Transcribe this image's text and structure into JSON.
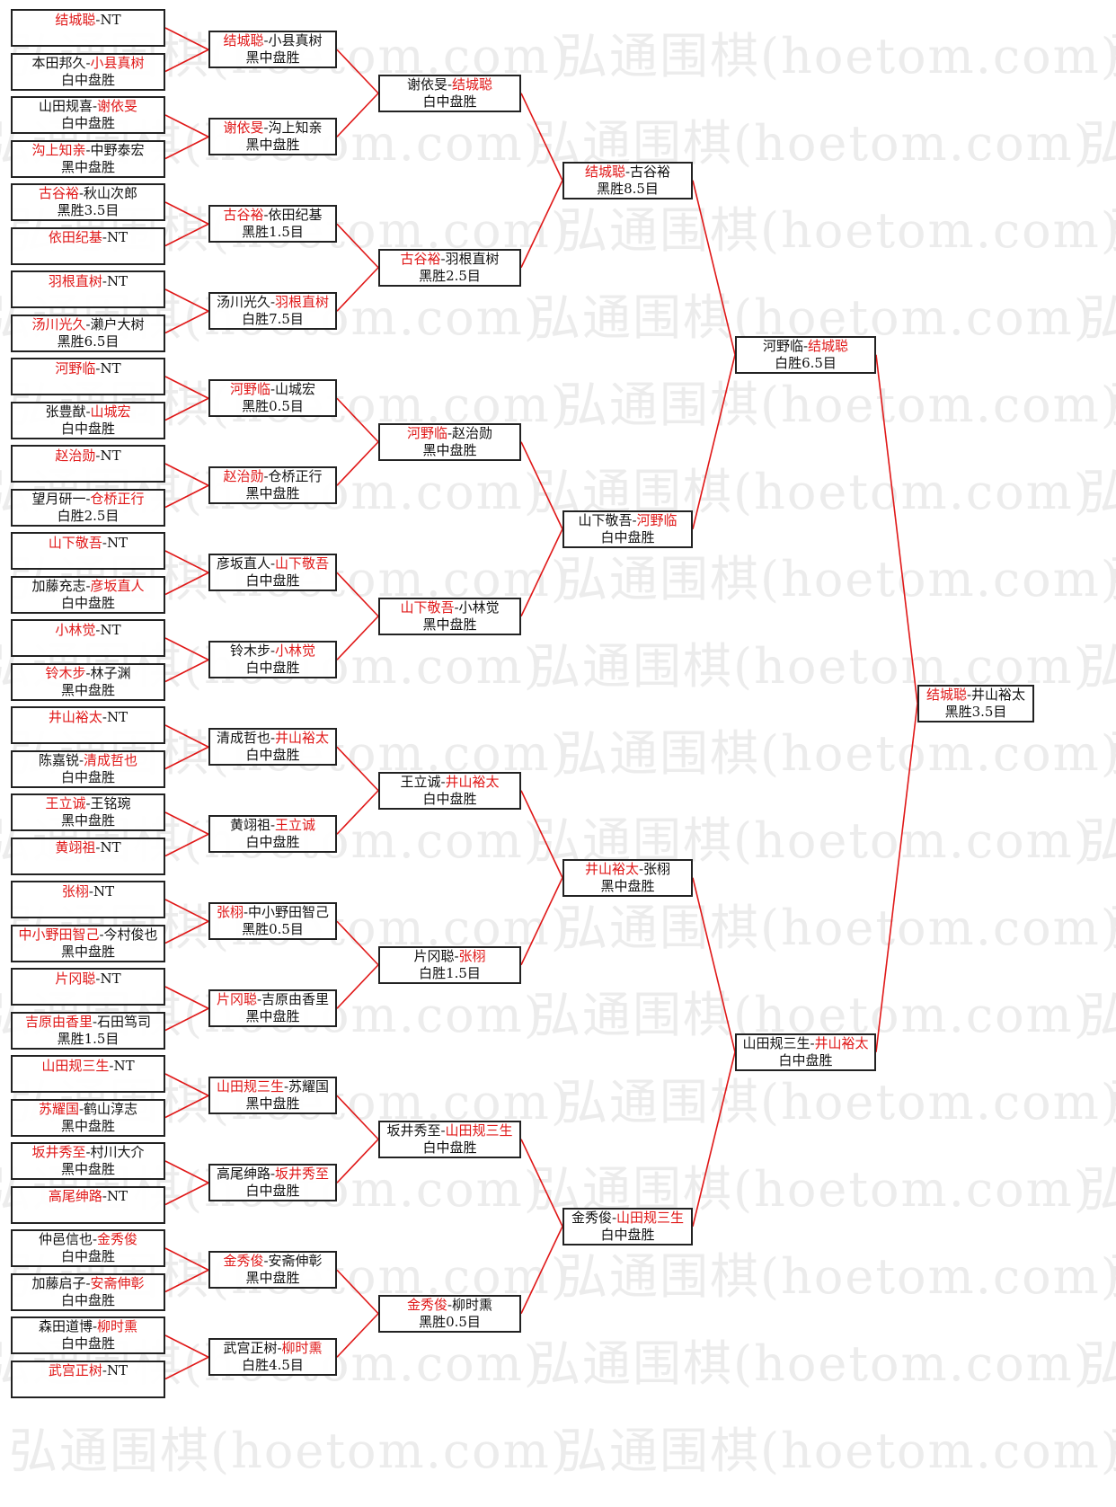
{
  "watermark": "弘通围棋(hoetom.com)",
  "colors": {
    "winner": "#e01818",
    "line": "#e01818",
    "border": "#222222"
  },
  "rounds": [
    [
      {
        "p1": "结城聪",
        "p2": "NT",
        "w": 1,
        "res": ""
      },
      {
        "p1": "本田邦久",
        "p2": "小县真树",
        "w": 2,
        "res": "白中盘胜"
      },
      {
        "p1": "山田规喜",
        "p2": "谢依旻",
        "w": 2,
        "res": "白中盘胜"
      },
      {
        "p1": "沟上知亲",
        "p2": "中野泰宏",
        "w": 1,
        "res": "黑中盘胜"
      },
      {
        "p1": "古谷裕",
        "p2": "秋山次郎",
        "w": 1,
        "res": "黑胜3.5目"
      },
      {
        "p1": "依田纪基",
        "p2": "NT",
        "w": 1,
        "res": ""
      },
      {
        "p1": "羽根直树",
        "p2": "NT",
        "w": 1,
        "res": ""
      },
      {
        "p1": "汤川光久",
        "p2": "濑户大树",
        "w": 1,
        "res": "黑胜6.5目"
      },
      {
        "p1": "河野临",
        "p2": "NT",
        "w": 1,
        "res": ""
      },
      {
        "p1": "张豊猷",
        "p2": "山城宏",
        "w": 2,
        "res": "白中盘胜"
      },
      {
        "p1": "赵治勋",
        "p2": "NT",
        "w": 1,
        "res": ""
      },
      {
        "p1": "望月研一",
        "p2": "仓桥正行",
        "w": 2,
        "res": "白胜2.5目"
      },
      {
        "p1": "山下敬吾",
        "p2": "NT",
        "w": 1,
        "res": ""
      },
      {
        "p1": "加藤充志",
        "p2": "彦坂直人",
        "w": 2,
        "res": "白中盘胜"
      },
      {
        "p1": "小林觉",
        "p2": "NT",
        "w": 1,
        "res": ""
      },
      {
        "p1": "铃木步",
        "p2": "林子渊",
        "w": 1,
        "res": "黑中盘胜"
      },
      {
        "p1": "井山裕太",
        "p2": "NT",
        "w": 1,
        "res": ""
      },
      {
        "p1": "陈嘉锐",
        "p2": "清成哲也",
        "w": 2,
        "res": "白中盘胜"
      },
      {
        "p1": "王立诚",
        "p2": "王铭琬",
        "w": 1,
        "res": "黑中盘胜"
      },
      {
        "p1": "黄翊祖",
        "p2": "NT",
        "w": 1,
        "res": ""
      },
      {
        "p1": "张栩",
        "p2": "NT",
        "w": 1,
        "res": ""
      },
      {
        "p1": "中小野田智己",
        "p2": "今村俊也",
        "w": 1,
        "res": "黑中盘胜"
      },
      {
        "p1": "片冈聪",
        "p2": "NT",
        "w": 1,
        "res": ""
      },
      {
        "p1": "吉原由香里",
        "p2": "石田笃司",
        "w": 1,
        "res": "黑胜1.5目"
      },
      {
        "p1": "山田规三生",
        "p2": "NT",
        "w": 1,
        "res": ""
      },
      {
        "p1": "苏耀国",
        "p2": "鹤山淳志",
        "w": 1,
        "res": "黑中盘胜"
      },
      {
        "p1": "坂井秀至",
        "p2": "村川大介",
        "w": 1,
        "res": "黑中盘胜"
      },
      {
        "p1": "高尾绅路",
        "p2": "NT",
        "w": 1,
        "res": ""
      },
      {
        "p1": "仲邑信也",
        "p2": "金秀俊",
        "w": 2,
        "res": "白中盘胜"
      },
      {
        "p1": "加藤启子",
        "p2": "安斋伸彰",
        "w": 2,
        "res": "白中盘胜"
      },
      {
        "p1": "森田道博",
        "p2": "柳时熏",
        "w": 2,
        "res": "白中盘胜"
      },
      {
        "p1": "武宫正树",
        "p2": "NT",
        "w": 1,
        "res": ""
      }
    ],
    [
      {
        "p1": "结城聪",
        "p2": "小县真树",
        "w": 1,
        "res": "黑中盘胜"
      },
      {
        "p1": "谢依旻",
        "p2": "沟上知亲",
        "w": 1,
        "res": "黑中盘胜"
      },
      {
        "p1": "古谷裕",
        "p2": "依田纪基",
        "w": 1,
        "res": "黑胜1.5目"
      },
      {
        "p1": "汤川光久",
        "p2": "羽根直树",
        "w": 2,
        "res": "白胜7.5目"
      },
      {
        "p1": "河野临",
        "p2": "山城宏",
        "w": 1,
        "res": "黑胜0.5目"
      },
      {
        "p1": "赵治勋",
        "p2": "仓桥正行",
        "w": 1,
        "res": "黑中盘胜"
      },
      {
        "p1": "彦坂直人",
        "p2": "山下敬吾",
        "w": 2,
        "res": "白中盘胜"
      },
      {
        "p1": "铃木步",
        "p2": "小林觉",
        "w": 2,
        "res": "白中盘胜"
      },
      {
        "p1": "清成哲也",
        "p2": "井山裕太",
        "w": 2,
        "res": "白中盘胜"
      },
      {
        "p1": "黄翊祖",
        "p2": "王立诚",
        "w": 2,
        "res": "白中盘胜"
      },
      {
        "p1": "张栩",
        "p2": "中小野田智己",
        "w": 1,
        "res": "黑胜0.5目"
      },
      {
        "p1": "片冈聪",
        "p2": "吉原由香里",
        "w": 1,
        "res": "黑中盘胜"
      },
      {
        "p1": "山田规三生",
        "p2": "苏耀国",
        "w": 1,
        "res": "黑中盘胜"
      },
      {
        "p1": "高尾绅路",
        "p2": "坂井秀至",
        "w": 2,
        "res": "白中盘胜"
      },
      {
        "p1": "金秀俊",
        "p2": "安斋伸彰",
        "w": 1,
        "res": "黑中盘胜"
      },
      {
        "p1": "武宫正树",
        "p2": "柳时熏",
        "w": 2,
        "res": "白胜4.5目"
      }
    ],
    [
      {
        "p1": "谢依旻",
        "p2": "结城聪",
        "w": 2,
        "res": "白中盘胜"
      },
      {
        "p1": "古谷裕",
        "p2": "羽根直树",
        "w": 1,
        "res": "黑胜2.5目"
      },
      {
        "p1": "河野临",
        "p2": "赵治勋",
        "w": 1,
        "res": "黑中盘胜"
      },
      {
        "p1": "山下敬吾",
        "p2": "小林觉",
        "w": 1,
        "res": "黑中盘胜"
      },
      {
        "p1": "王立诚",
        "p2": "井山裕太",
        "w": 2,
        "res": "白中盘胜"
      },
      {
        "p1": "片冈聪",
        "p2": "张栩",
        "w": 2,
        "res": "白胜1.5目"
      },
      {
        "p1": "坂井秀至",
        "p2": "山田规三生",
        "w": 2,
        "res": "白中盘胜"
      },
      {
        "p1": "金秀俊",
        "p2": "柳时熏",
        "w": 1,
        "res": "黑胜0.5目"
      }
    ],
    [
      {
        "p1": "结城聪",
        "p2": "古谷裕",
        "w": 1,
        "res": "黑胜8.5目"
      },
      {
        "p1": "山下敬吾",
        "p2": "河野临",
        "w": 2,
        "res": "白中盘胜"
      },
      {
        "p1": "井山裕太",
        "p2": "张栩",
        "w": 1,
        "res": "黑中盘胜"
      },
      {
        "p1": "金秀俊",
        "p2": "山田规三生",
        "w": 2,
        "res": "白中盘胜"
      }
    ],
    [
      {
        "p1": "河野临",
        "p2": "结城聪",
        "w": 2,
        "res": "白胜6.5目"
      },
      {
        "p1": "山田规三生",
        "p2": "井山裕太",
        "w": 2,
        "res": "白中盘胜"
      }
    ],
    [
      {
        "p1": "结城聪",
        "p2": "井山裕太",
        "w": 1,
        "res": "黑胜3.5目"
      }
    ]
  ]
}
